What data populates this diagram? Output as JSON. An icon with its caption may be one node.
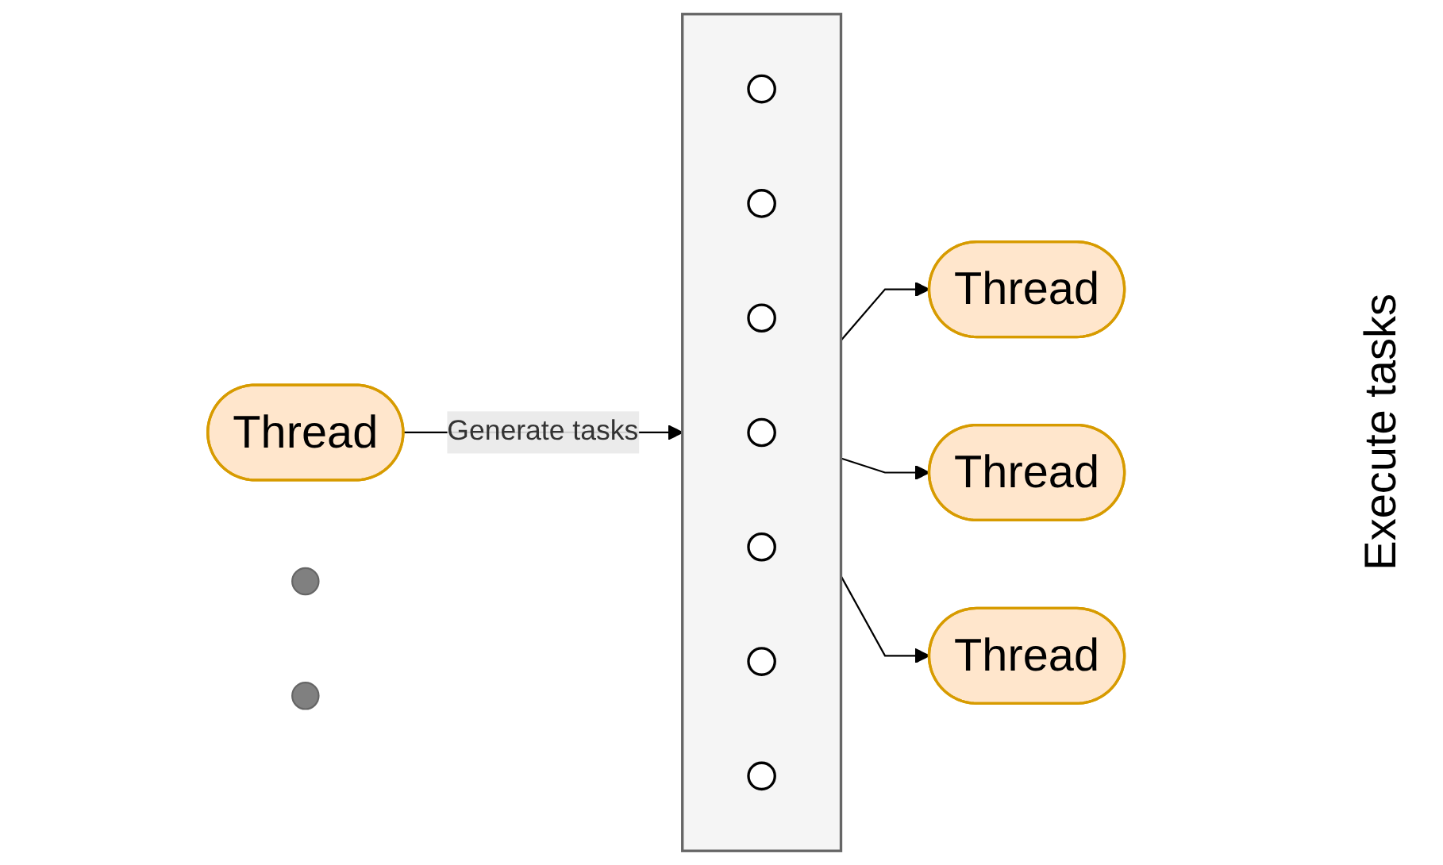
{
  "diagram": {
    "nodes": [
      {
        "text": [
          "Thread"
        ]
      },
      {
        "text": [],
        "shape": "box"
      },
      {
        "text": [],
        "shape": "circle",
        "in": 1
      },
      {
        "text": [],
        "shape": "circle",
        "in": 1
      },
      {
        "text": [],
        "shape": "circle",
        "in": 1
      },
      {
        "text": [],
        "shape": "circle",
        "in": 1
      },
      {
        "text": [],
        "shape": "circle",
        "in": 1
      },
      {
        "text": [],
        "shape": "circle",
        "in": 1
      },
      {
        "text": [],
        "shape": "circle",
        "in": 1
      },
      {
        "text": [
          "Thread"
        ]
      },
      {
        "text": [
          "Thread"
        ]
      },
      {
        "text": [],
        "shape": "circle"
      },
      {
        "text": [],
        "shape": "circle"
      },
      {
        "text": [
          "Thread"
        ]
      }
    ],
    "edges": [
      {
        "from": 0,
        "to": 1,
        "arrow": "to",
        "label": "Generate tasks"
      },
      {
        "from": 1,
        "to": 9,
        "arrow": "to"
      },
      {
        "from": 1,
        "to": 10,
        "arrow": "to"
      },
      {
        "from": 1,
        "to": 13,
        "arrow": "to"
      }
    ],
    "labels": [
      "Execute tasks"
    ]
  }
}
